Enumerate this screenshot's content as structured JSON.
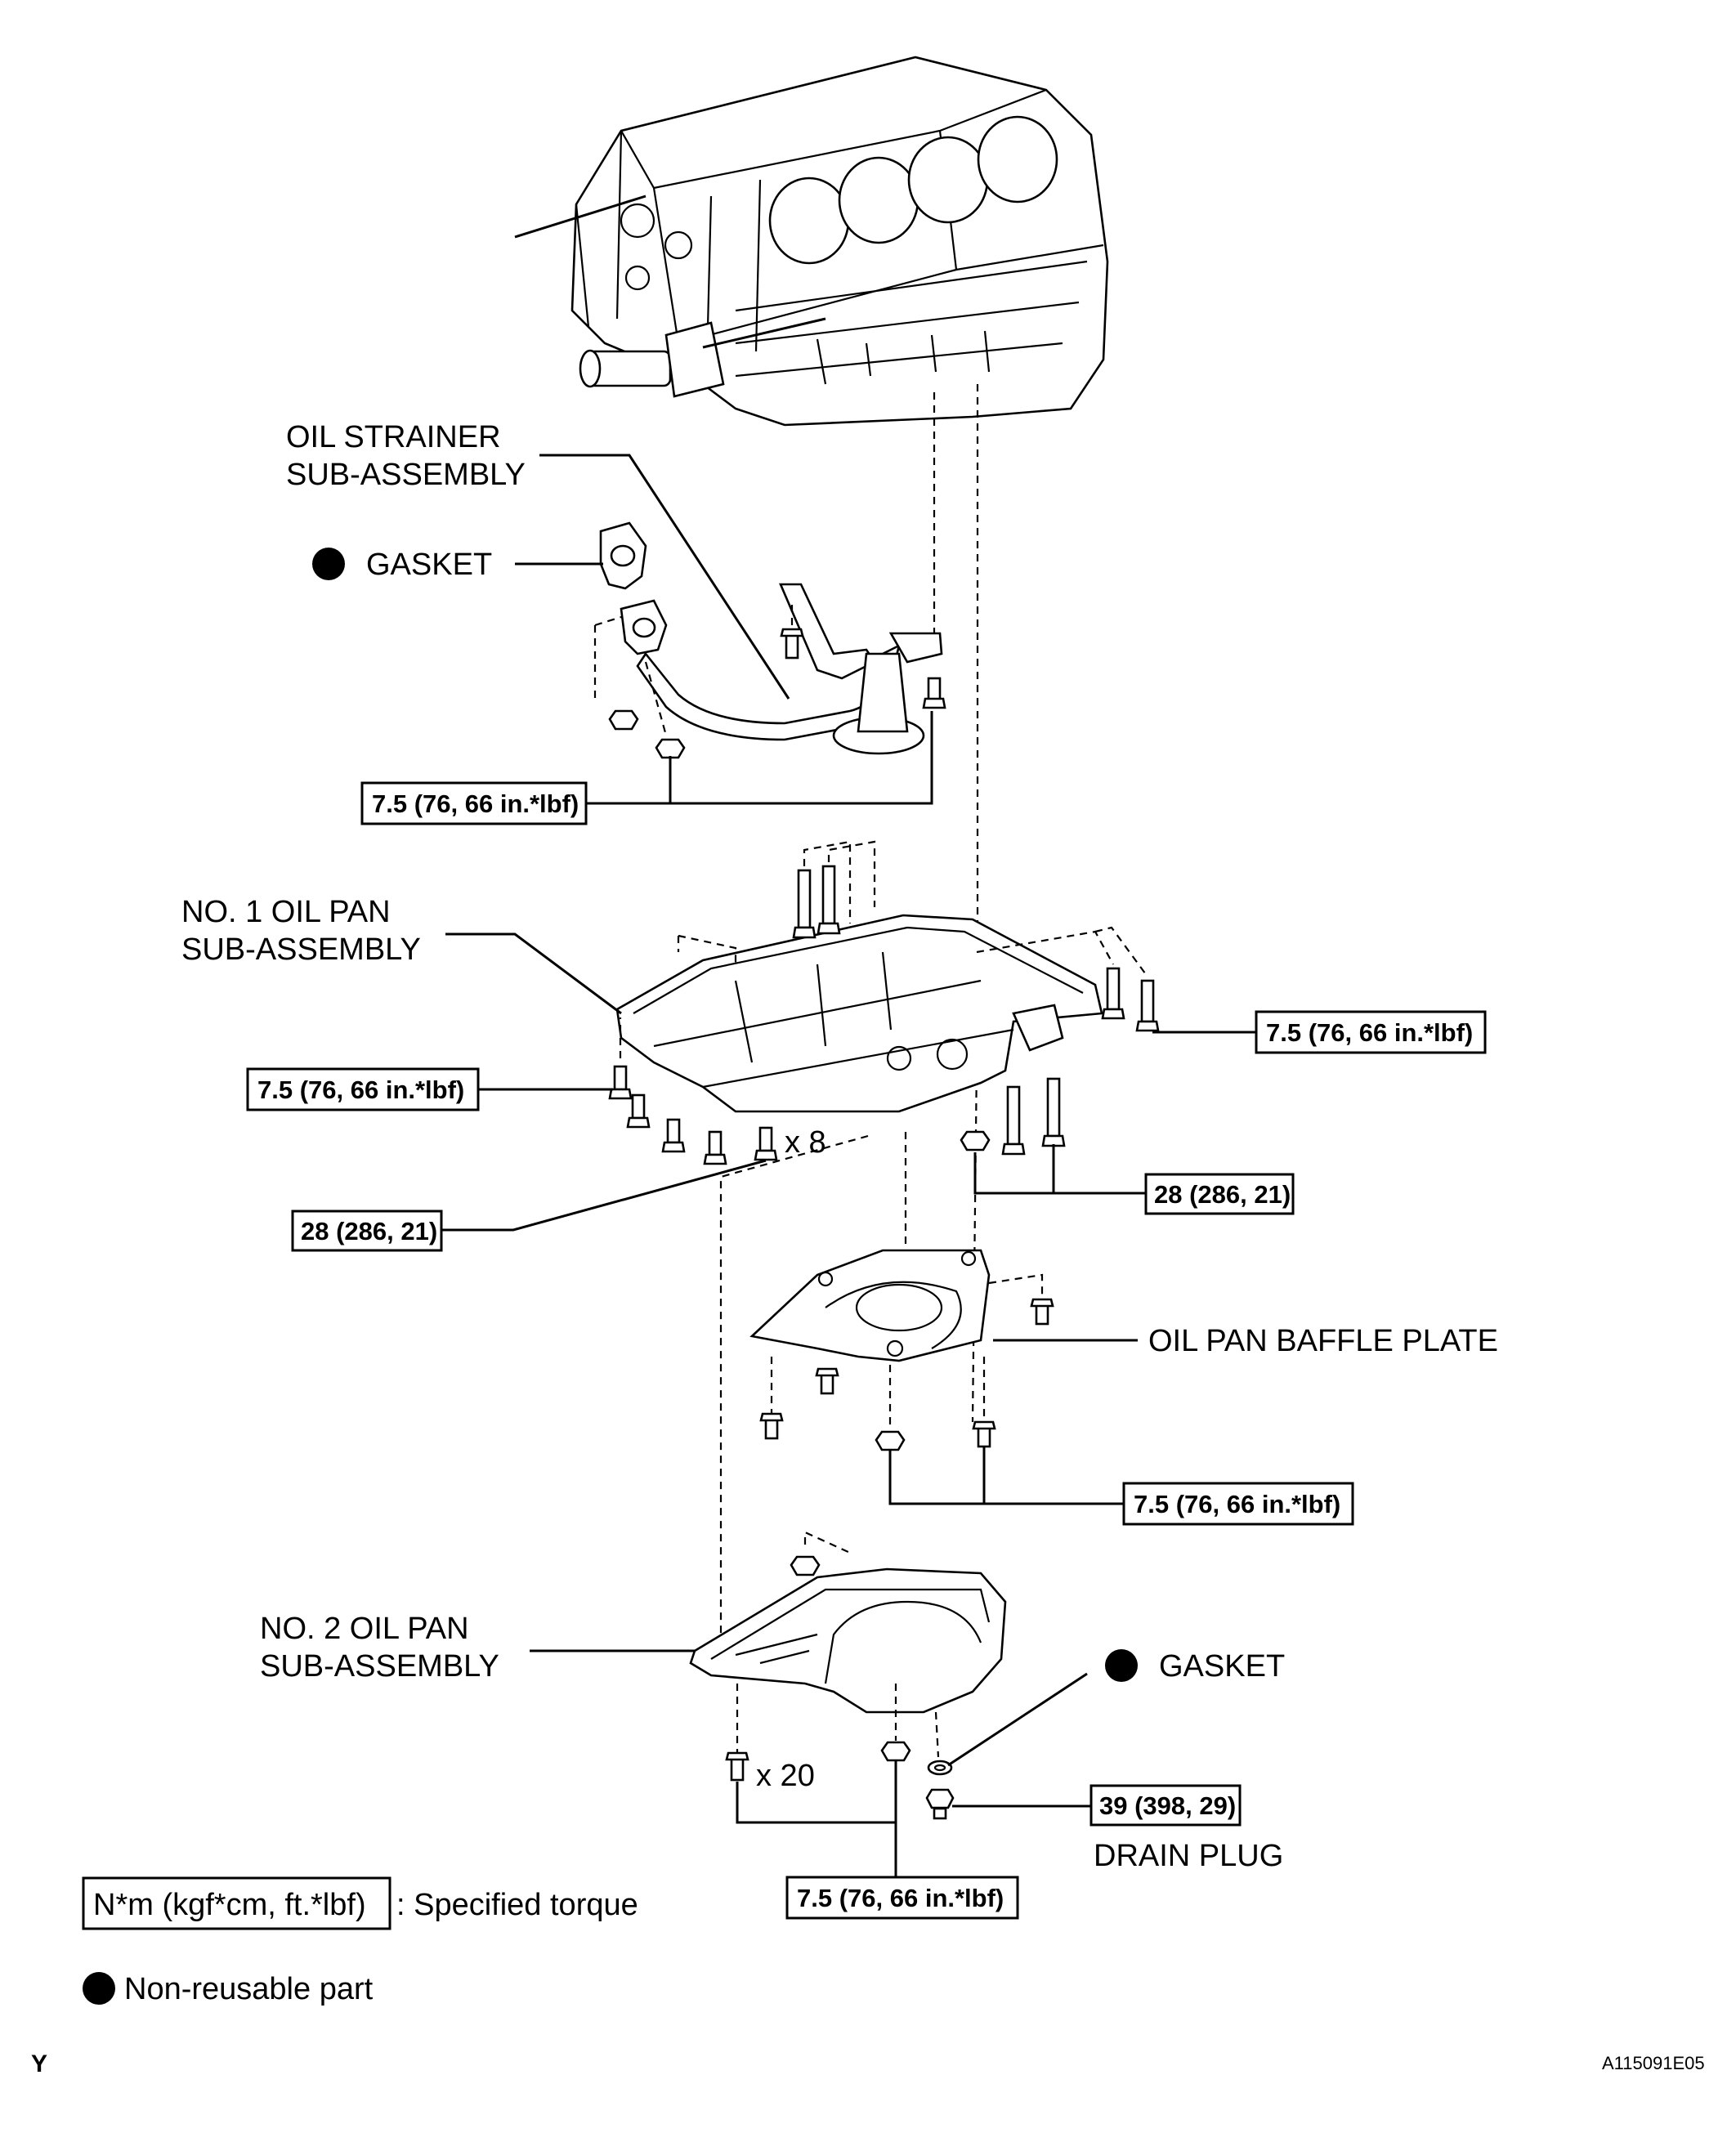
{
  "labels": {
    "oil_strainer": [
      "OIL STRAINER",
      "SUB-ASSEMBLY"
    ],
    "gasket_top": "GASKET",
    "no1_oil_pan": [
      "NO. 1 OIL PAN",
      "SUB-ASSEMBLY"
    ],
    "baffle_plate": "OIL PAN BAFFLE PLATE",
    "no2_oil_pan": [
      "NO. 2 OIL PAN",
      "SUB-ASSEMBLY"
    ],
    "gasket_drain": "GASKET",
    "drain_plug": "DRAIN PLUG",
    "qty_x8": "x 8",
    "qty_x20": "x 20"
  },
  "torques": {
    "strainer": "7.5 (76, 66 in.*lbf)",
    "pan1_right": "7.5 (76, 66 in.*lbf)",
    "pan1_left": "7.5 (76, 66 in.*lbf)",
    "pan1_28_right": "28 (286, 21)",
    "pan1_28_left": "28 (286, 21)",
    "baffle": "7.5 (76, 66 in.*lbf)",
    "drain_plug": "39 (398, 29)",
    "pan2": "7.5 (76, 66 in.*lbf)"
  },
  "legend": {
    "torque_unit": "N*m (kgf*cm, ft.*lbf)",
    "torque_desc": ": Specified torque",
    "nonreusable": "Non-reusable part"
  },
  "footer": {
    "left_code": "Y",
    "figure_id": "A115091E05"
  }
}
